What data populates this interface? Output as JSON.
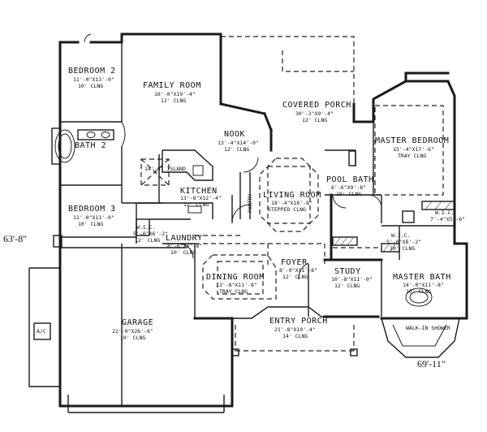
{
  "rooms": {
    "bedroom2": {
      "name": "BEDROOM 2",
      "size": "11'-0\"X13'-0\"",
      "ceiling": "10' CLNG"
    },
    "family_room": {
      "name": "FAMILY ROOM",
      "size": "16'-0\"X19'-4\"",
      "ceiling": "12' CLNG"
    },
    "covered_porch": {
      "name": "COVERED PORCH",
      "size": "30'-3\"X9'-4\"",
      "ceiling": "12' CLNG"
    },
    "master_bedroom": {
      "name": "MASTER BEDROOM",
      "size": "15'-4\"X17'-6\"",
      "ceiling": "TRAY CLNG"
    },
    "bath2": {
      "name": "BATH 2"
    },
    "nook": {
      "name": "NOOK",
      "size": "13'-4\"X14'-0\"",
      "ceiling": "12' CLNG"
    },
    "kitchen": {
      "name": "KITCHEN",
      "size": "13'-8\"X12'-4\"",
      "ceiling": "12' CLNG"
    },
    "pool_bath": {
      "name": "POOL BATH",
      "size": "6'-6\"X9'-8\"",
      "ceiling": "10' CLNG"
    },
    "living_room": {
      "name": "LIVING ROOM",
      "size": "18'-4\"X18'-8\"",
      "ceiling": "STEPPED CLNG"
    },
    "pantry": {
      "name": "PANTRY"
    },
    "bedroom3": {
      "name": "BEDROOM 3",
      "size": "11'-0\"X13'-0\"",
      "ceiling": "10' CLNG"
    },
    "wic_small": {
      "name": "W.I.C.",
      "size": "5'-0\"X6'-2\"",
      "ceiling": "12' CLNG"
    },
    "laundry": {
      "name": "LAUNDRY",
      "size": "8'-6\"X6'-8\"",
      "ceiling": "10' CLNG"
    },
    "foyer": {
      "name": "FOYER",
      "size": "8'-0\"X11'-8\"",
      "ceiling": "12' CLNG"
    },
    "study": {
      "name": "STUDY",
      "size": "10'-8\"X11'-0\"",
      "ceiling": "12' CLNG"
    },
    "wic_master": {
      "name": "W.I.C.",
      "size": "5'-0\"X8'-2\"",
      "ceiling": "10' CLNG"
    },
    "wic_master2": {
      "name": "W.I.C.",
      "size": "7'-4\"X5'-6\""
    },
    "master_bath": {
      "name": "MASTER BATH",
      "size": "14'-0\"X11'-8\"",
      "ceiling": "10' CLNG"
    },
    "dining_room": {
      "name": "DINING ROOM",
      "size": "13'-8\"X11'-8\"",
      "ceiling": "TRAY CLNG"
    },
    "garage": {
      "name": "GARAGE",
      "size": "22'-0\"X26'-8\"",
      "ceiling": "10' CLNG"
    },
    "entry_porch": {
      "name": "ENTRY PORCH",
      "size": "21'-8\"X10'-4\"",
      "ceiling": "14' CLNG"
    }
  },
  "labels": {
    "ac": "A/C",
    "island": "14'-6\" ISLAND",
    "walk_in_shower": "WALK-IN SHOWER"
  },
  "dimensions": {
    "depth": "63'-8\"",
    "width": "69'-11\""
  }
}
